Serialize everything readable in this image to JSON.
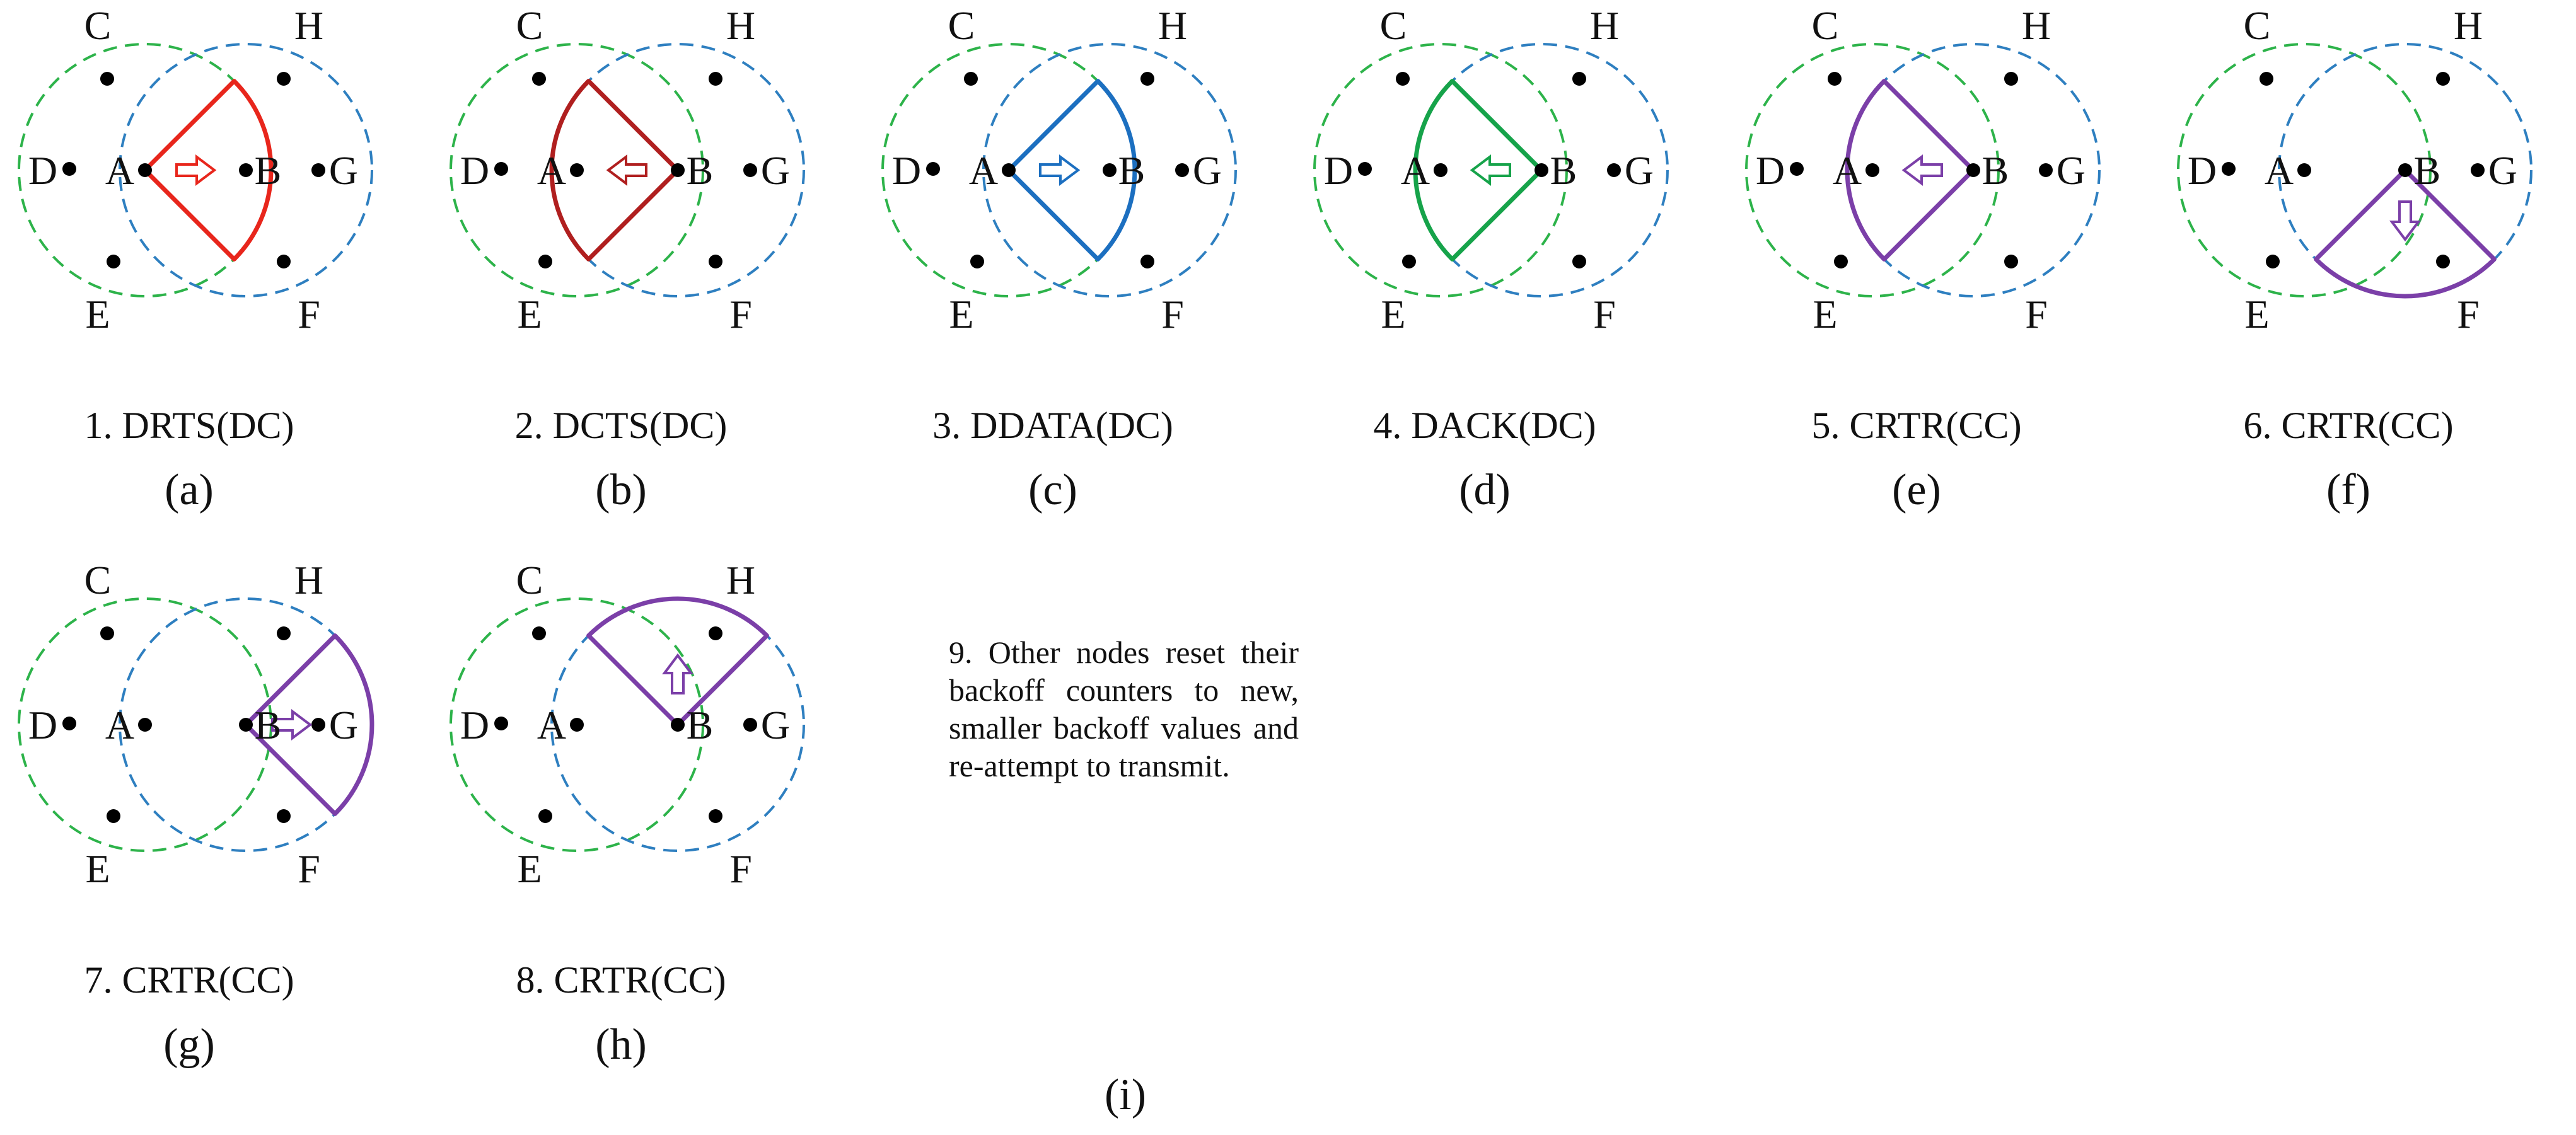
{
  "colors": {
    "green_range": "#2db34a",
    "blue_range": "#2e7fc0",
    "red": "#e8261c",
    "dark_red": "#b01f1f",
    "blue": "#1c6fc0",
    "green": "#16a34a",
    "purple": "#7b3fa8",
    "node": "#000000"
  },
  "node_names": [
    "C",
    "H",
    "D",
    "A",
    "B",
    "G",
    "E",
    "F"
  ],
  "panels": [
    {
      "id": "a",
      "caption": "1. DRTS(DC)",
      "sublabel": "(a)",
      "shape": "from-A-east",
      "color_key": "red",
      "arrow": "right"
    },
    {
      "id": "b",
      "caption": "2. DCTS(DC)",
      "sublabel": "(b)",
      "shape": "from-B-west",
      "color_key": "dark_red",
      "arrow": "left"
    },
    {
      "id": "c",
      "caption": "3. DDATA(DC)",
      "sublabel": "(c)",
      "shape": "from-A-east",
      "color_key": "blue",
      "arrow": "right"
    },
    {
      "id": "d",
      "caption": "4. DACK(DC)",
      "sublabel": "(d)",
      "shape": "from-B-west",
      "color_key": "green",
      "arrow": "left"
    },
    {
      "id": "e",
      "caption": "5. CRTR(CC)",
      "sublabel": "(e)",
      "shape": "from-B-west",
      "color_key": "purple",
      "arrow": "left"
    },
    {
      "id": "f",
      "caption": "6. CRTR(CC)",
      "sublabel": "(f)",
      "shape": "from-B-south",
      "color_key": "purple",
      "arrow": "down"
    },
    {
      "id": "g",
      "caption": "7. CRTR(CC)",
      "sublabel": "(g)",
      "shape": "from-B-east",
      "color_key": "purple",
      "arrow": "right"
    },
    {
      "id": "h",
      "caption": "8. CRTR(CC)",
      "sublabel": "(h)",
      "shape": "from-B-north",
      "color_key": "purple",
      "arrow": "up"
    }
  ],
  "note": {
    "text": "9. Other nodes reset their backoff counters to new, smaller backoff values and re-attempt to transmit.",
    "sublabel": "(i)"
  }
}
